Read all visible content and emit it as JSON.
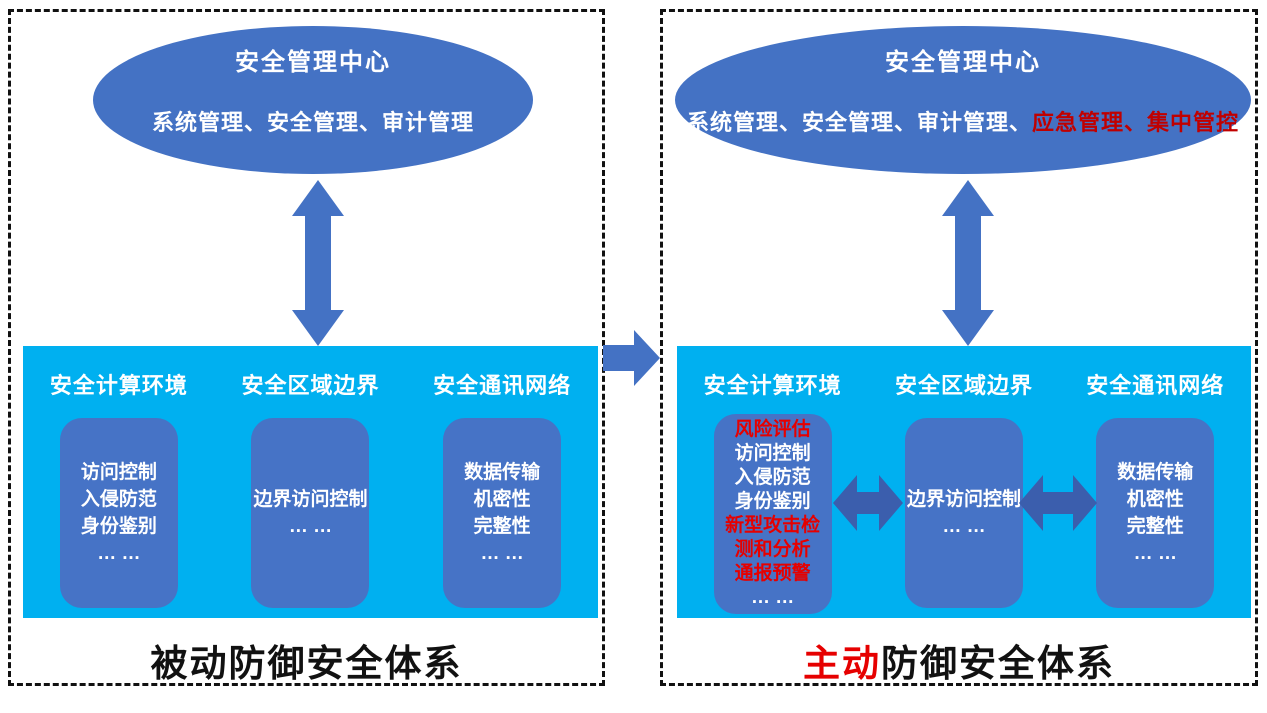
{
  "colors": {
    "accent_blue": "#4472c4",
    "platform_cyan": "#00b0f0",
    "inner_box_blue": "#4673c6",
    "horizontal_arrow_blue": "#3b5ead",
    "ellipse_red": "#c00000",
    "highlight_red": "#e60000",
    "text_white": "#ffffff",
    "text_black": "#111111"
  },
  "icons": {
    "vertical_double_arrow": "⬍",
    "horizontal_double_arrow": "⬌",
    "right_arrow": "➡"
  },
  "left_panel": {
    "ellipse": {
      "title": "安全管理中心",
      "subtitle_parts": [
        {
          "text": "系统管理、安全管理、审计管理"
        }
      ]
    },
    "columns": [
      {
        "label": "安全计算环境",
        "lines": [
          {
            "text": "访问控制"
          },
          {
            "text": "入侵防范"
          },
          {
            "text": "身份鉴别"
          },
          {
            "text": "… …"
          }
        ]
      },
      {
        "label": "安全区域边界",
        "lines": [
          {
            "text": "边界访问控制"
          },
          {
            "text": "… …"
          }
        ]
      },
      {
        "label": "安全通讯网络",
        "lines": [
          {
            "text": "数据传输"
          },
          {
            "text": "机密性"
          },
          {
            "text": "完整性"
          },
          {
            "text": "… …"
          }
        ]
      }
    ],
    "caption_parts": [
      {
        "text": "被动防御安全体系"
      }
    ]
  },
  "right_panel": {
    "ellipse": {
      "title": "安全管理中心",
      "subtitle_parts": [
        {
          "text": "系统管理、安全管理、审计管理、"
        },
        {
          "text": "应急管理、集中管控",
          "color": "#c00000"
        }
      ]
    },
    "columns": [
      {
        "label": "安全计算环境",
        "lines": [
          {
            "text": "风险评估",
            "color": "#e60000"
          },
          {
            "text": "访问控制"
          },
          {
            "text": "入侵防范"
          },
          {
            "text": "身份鉴别"
          },
          {
            "text": "新型攻击检",
            "color": "#e60000"
          },
          {
            "text": "测和分析",
            "color": "#e60000"
          },
          {
            "text": "通报预警",
            "color": "#e60000"
          },
          {
            "text": "… …"
          }
        ]
      },
      {
        "label": "安全区域边界",
        "lines": [
          {
            "text": "边界访问控制"
          },
          {
            "text": "… …"
          }
        ]
      },
      {
        "label": "安全通讯网络",
        "lines": [
          {
            "text": "数据传输"
          },
          {
            "text": "机密性"
          },
          {
            "text": "完整性"
          },
          {
            "text": "… …"
          }
        ]
      }
    ],
    "caption_parts": [
      {
        "text": "主动",
        "color": "#e60000"
      },
      {
        "text": "防御安全体系"
      }
    ]
  }
}
